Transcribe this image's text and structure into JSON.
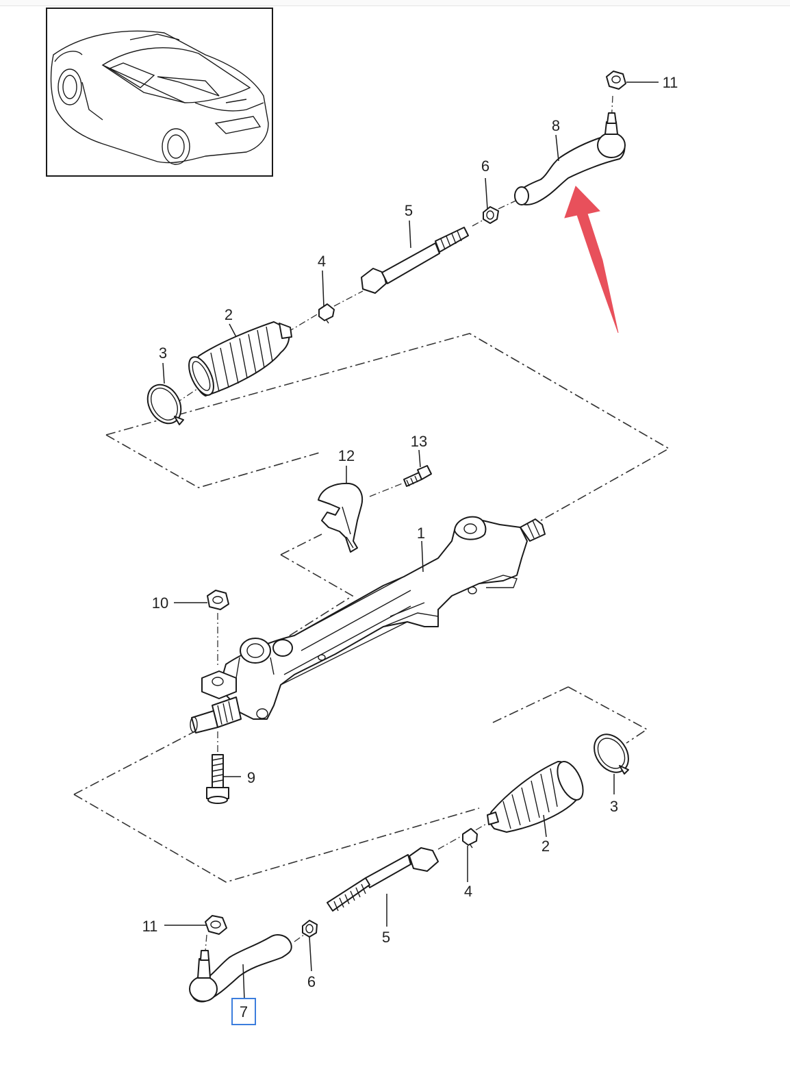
{
  "callouts": {
    "c1": "1",
    "c2_top": "2",
    "c2_bottom": "2",
    "c3_top": "3",
    "c3_bottom": "3",
    "c4_top": "4",
    "c4_bottom": "4",
    "c5_top": "5",
    "c5_bottom": "5",
    "c6_top": "6",
    "c6_bottom": "6",
    "c7": "7",
    "c8": "8",
    "c9": "9",
    "c10": "10",
    "c11_top": "11",
    "c11_bottom": "11",
    "c12": "12",
    "c13": "13"
  },
  "highlight": {
    "selected_part": "7",
    "box_color": "#3b7ddd",
    "arrow_color": "#e8505b",
    "arrow_points_to": "8"
  },
  "icons": {
    "vehicle_thumbnail": "car-thumbnail-icon",
    "pointer_arrow": "red-arrow-icon"
  }
}
